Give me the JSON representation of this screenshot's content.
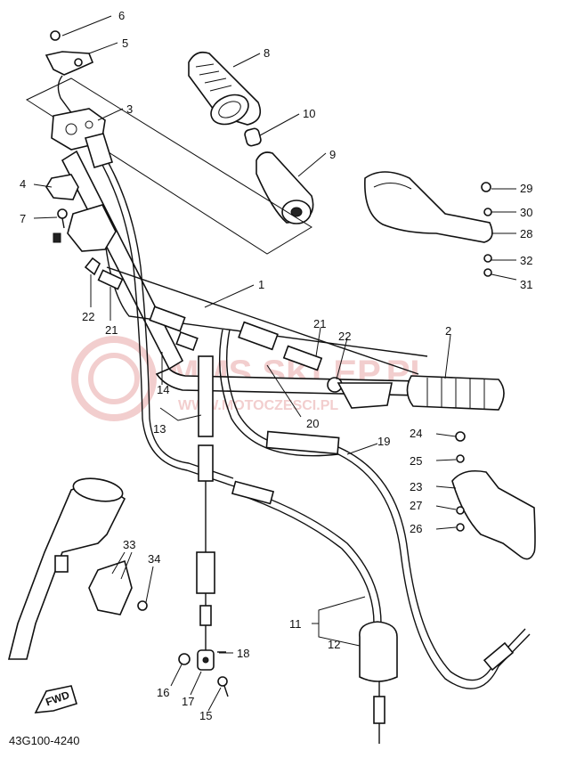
{
  "diagram": {
    "part_code": "43G100-4240",
    "direction_badge": "FWD",
    "watermark": {
      "brand": "MMS SKLEP.PL",
      "sub": "WWW.MOTOCZESCI.PL"
    },
    "callouts": [
      {
        "id": "c6",
        "label": "6"
      },
      {
        "id": "c5",
        "label": "5"
      },
      {
        "id": "c8",
        "label": "8"
      },
      {
        "id": "c3",
        "label": "3"
      },
      {
        "id": "c10",
        "label": "10"
      },
      {
        "id": "c9",
        "label": "9"
      },
      {
        "id": "c4",
        "label": "4"
      },
      {
        "id": "c7",
        "label": "7"
      },
      {
        "id": "c29",
        "label": "29"
      },
      {
        "id": "c30",
        "label": "30"
      },
      {
        "id": "c28",
        "label": "28"
      },
      {
        "id": "c32",
        "label": "32"
      },
      {
        "id": "c31",
        "label": "31"
      },
      {
        "id": "c1",
        "label": "1"
      },
      {
        "id": "c22a",
        "label": "22"
      },
      {
        "id": "c21a",
        "label": "21"
      },
      {
        "id": "c21b",
        "label": "21"
      },
      {
        "id": "c22b",
        "label": "22"
      },
      {
        "id": "c2",
        "label": "2"
      },
      {
        "id": "c14",
        "label": "14"
      },
      {
        "id": "c13",
        "label": "13"
      },
      {
        "id": "c20",
        "label": "20"
      },
      {
        "id": "c19",
        "label": "19"
      },
      {
        "id": "c24",
        "label": "24"
      },
      {
        "id": "c25",
        "label": "25"
      },
      {
        "id": "c23",
        "label": "23"
      },
      {
        "id": "c27",
        "label": "27"
      },
      {
        "id": "c26",
        "label": "26"
      },
      {
        "id": "c33",
        "label": "33"
      },
      {
        "id": "c34",
        "label": "34"
      },
      {
        "id": "c11",
        "label": "11"
      },
      {
        "id": "c12",
        "label": "12"
      },
      {
        "id": "c18",
        "label": "18"
      },
      {
        "id": "c16",
        "label": "16"
      },
      {
        "id": "c17",
        "label": "17"
      },
      {
        "id": "c15",
        "label": "15"
      }
    ]
  }
}
